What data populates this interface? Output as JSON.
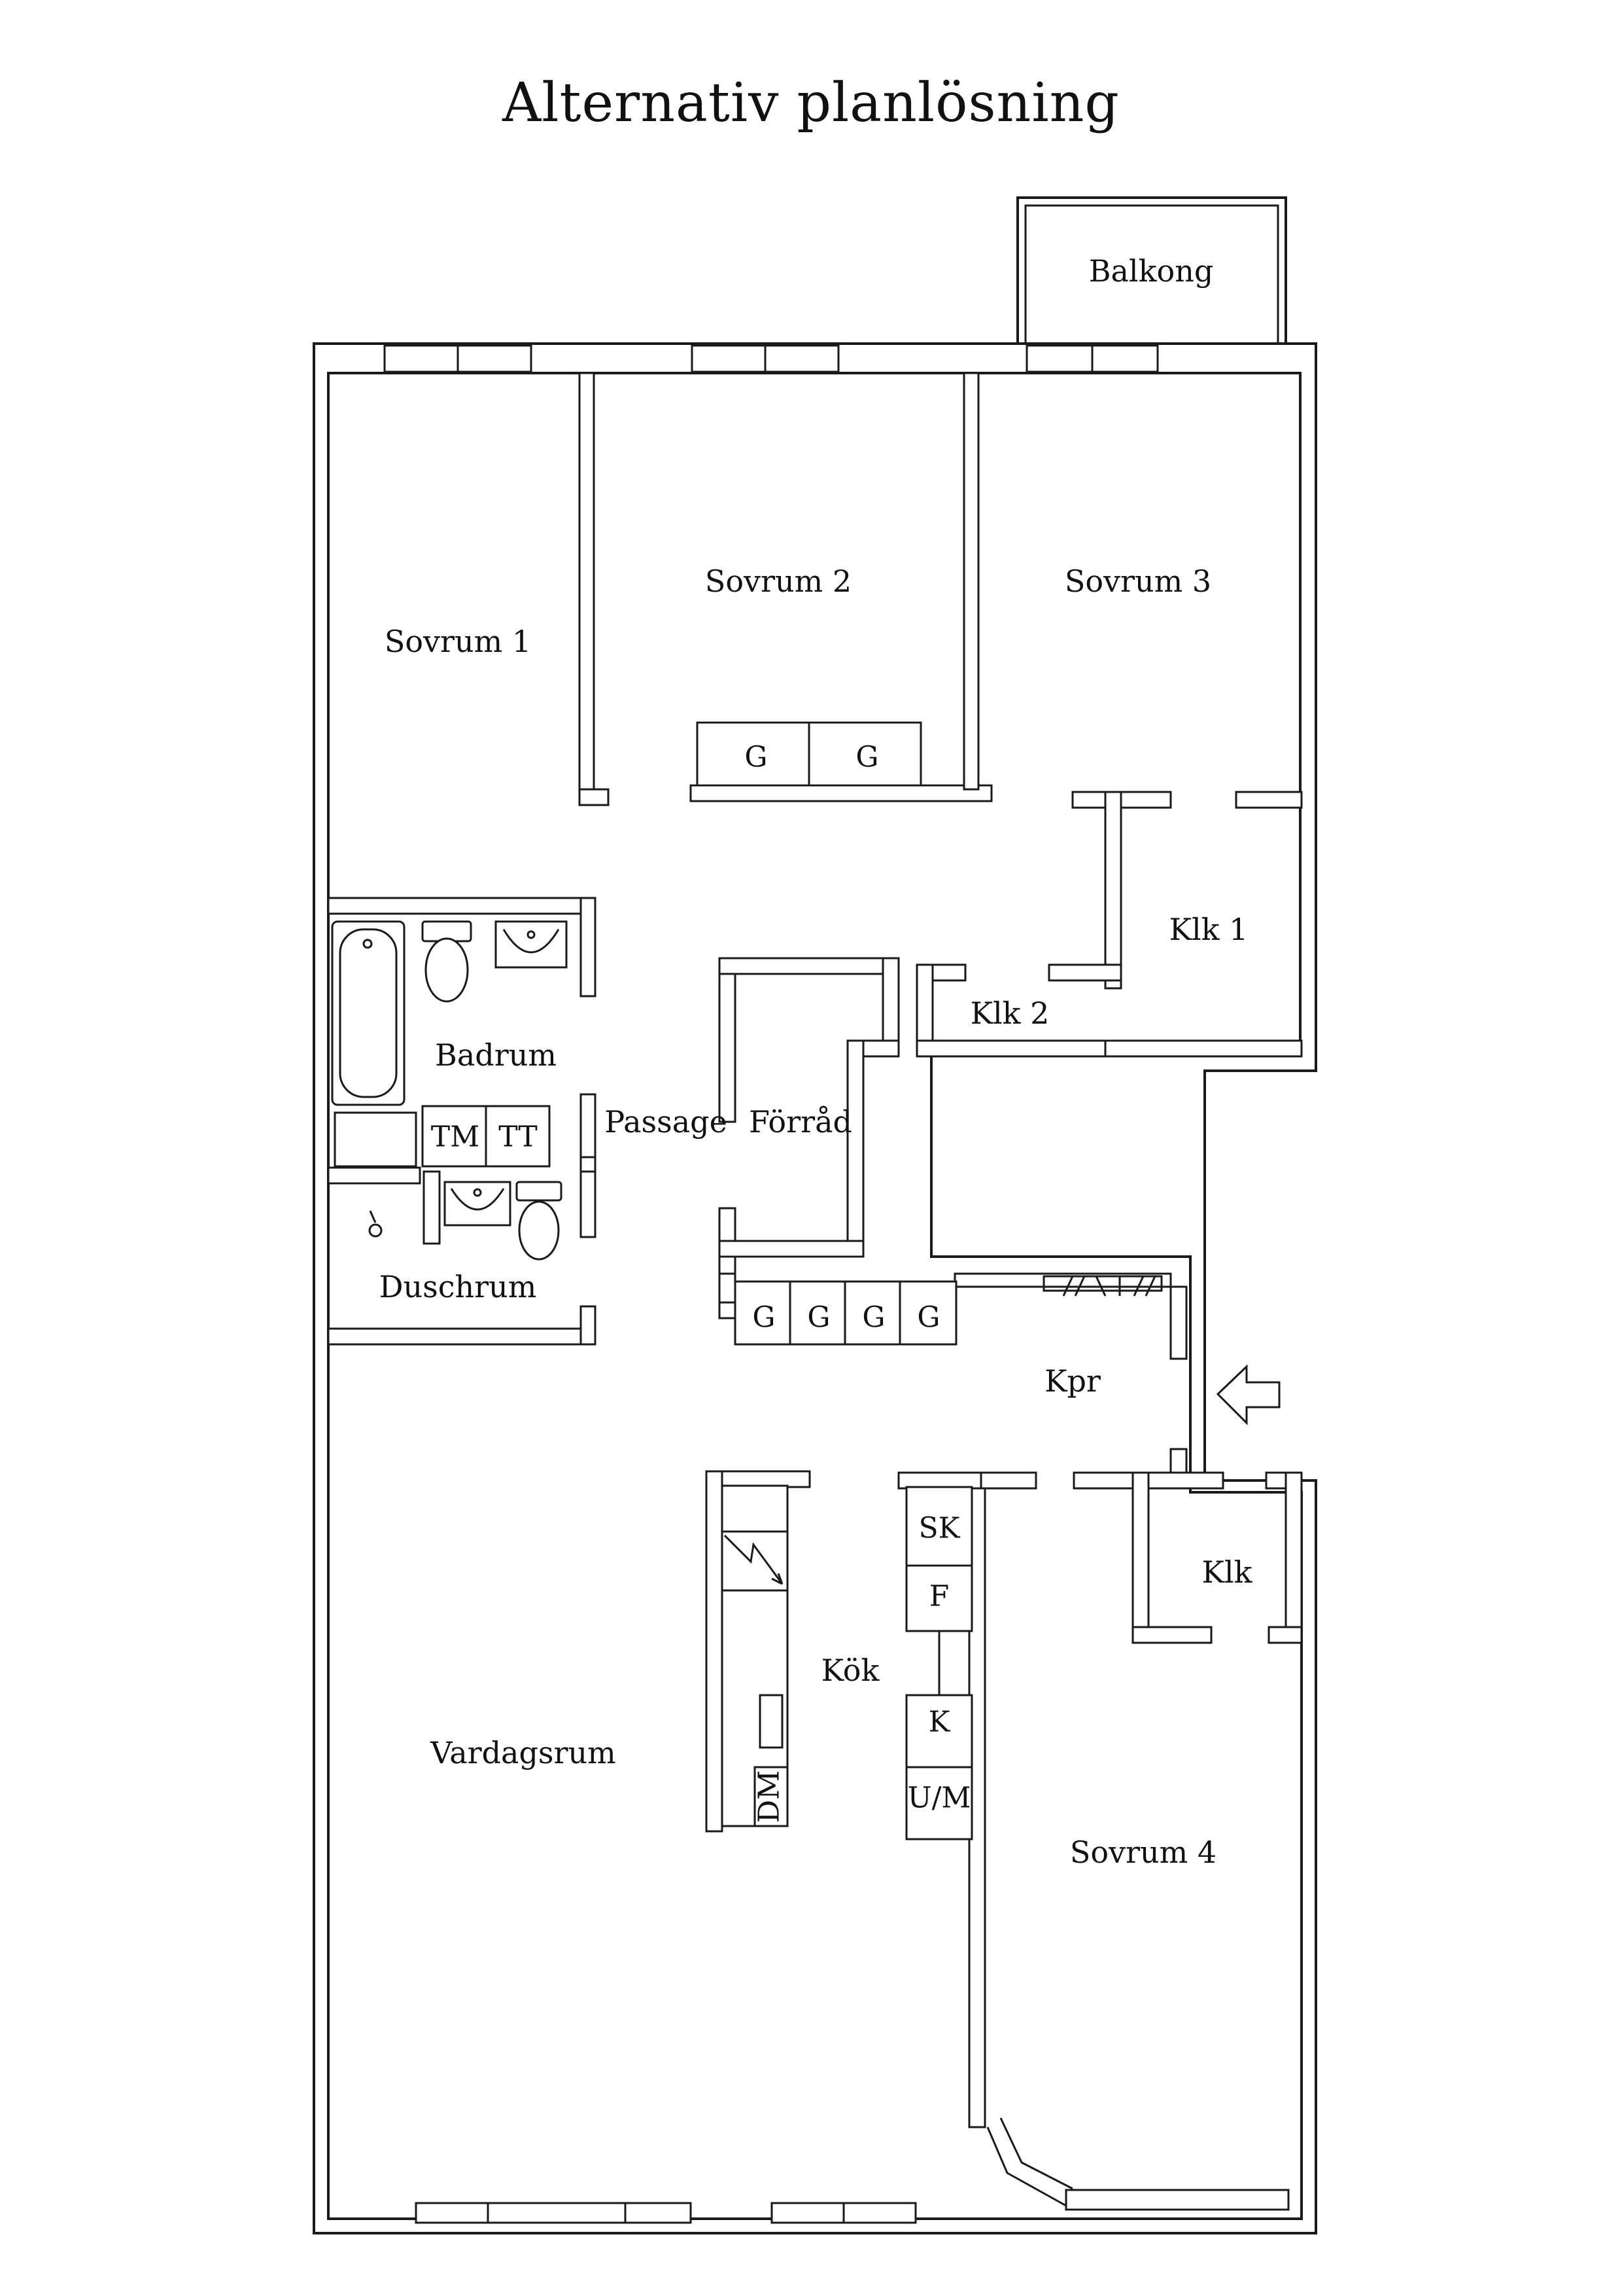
{
  "title": "Alternativ planlösning",
  "rooms": {
    "balkong": "Balkong",
    "sovrum1": "Sovrum 1",
    "sovrum2": "Sovrum 2",
    "sovrum3": "Sovrum 3",
    "klk1": "Klk 1",
    "klk2": "Klk 2",
    "badrum": "Badrum",
    "passage": "Passage",
    "forrad": "Förråd",
    "duschrum": "Duschrum",
    "kpr": "Kpr",
    "klk": "Klk",
    "kok": "Kök",
    "vardagsrum": "Vardagsrum",
    "sovrum4": "Sovrum 4"
  },
  "fixtures": {
    "wardrobe": "G",
    "tm": "TM",
    "tt": "TT",
    "sk": "SK",
    "f": "F",
    "k": "K",
    "um": "U/M",
    "dm": "DM"
  }
}
